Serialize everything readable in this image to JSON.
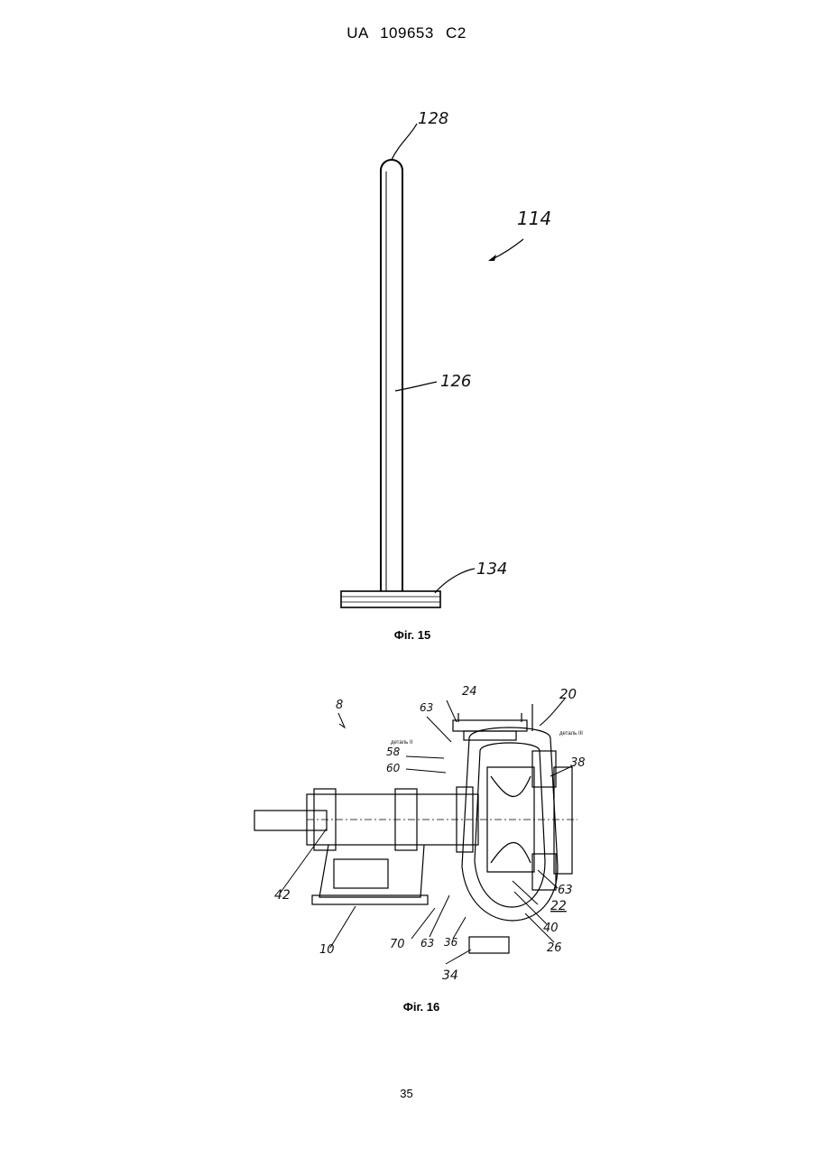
{
  "header": "UA 109653 C2",
  "page_number": "35",
  "fig15": {
    "caption": "Фіг. 15",
    "labels": {
      "top": "128",
      "assembly": "114",
      "shaft": "126",
      "base": "134"
    }
  },
  "fig16": {
    "caption": "Фіг. 16",
    "labels": {
      "l8": "8",
      "l63a": "63",
      "l24": "24",
      "l20": "20",
      "detail_ii": "деталь II",
      "detail_iii": "деталь III",
      "l58": "58",
      "l60": "60",
      "l38": "38",
      "l42": "42",
      "l63b": "63",
      "l22": "22",
      "l40": "40",
      "l10": "10",
      "l70": "70",
      "l63c": "63",
      "l36": "36",
      "l26": "26",
      "l34": "34"
    }
  }
}
